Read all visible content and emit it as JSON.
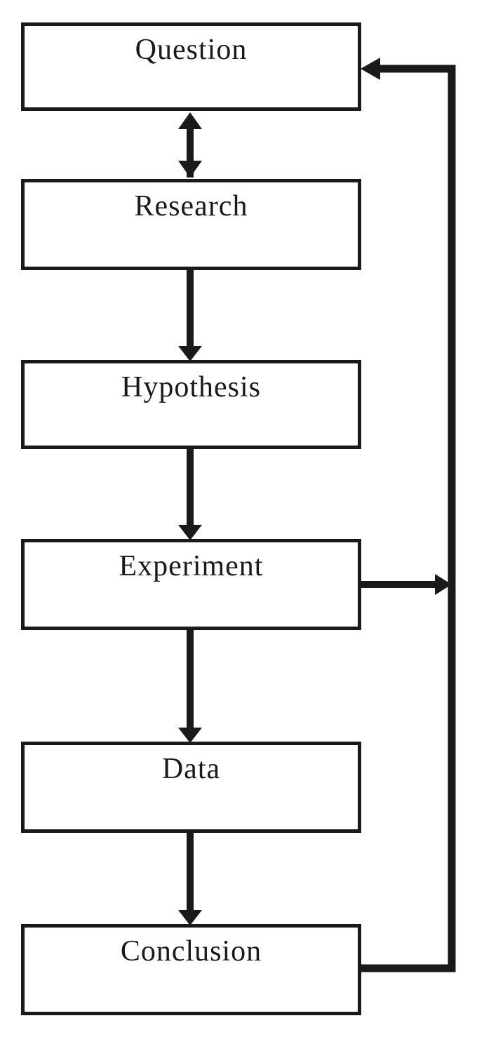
{
  "diagram": {
    "type": "flowchart",
    "subject": "scientific-method",
    "nodes": [
      {
        "id": "question",
        "label": "Question"
      },
      {
        "id": "research",
        "label": "Research"
      },
      {
        "id": "hypothesis",
        "label": "Hypothesis"
      },
      {
        "id": "experiment",
        "label": "Experiment"
      },
      {
        "id": "data",
        "label": "Data"
      },
      {
        "id": "conclusion",
        "label": "Conclusion"
      }
    ],
    "edges": [
      {
        "from": "question",
        "to": "research",
        "type": "double-headed-arrow"
      },
      {
        "from": "research",
        "to": "hypothesis",
        "type": "arrow-down"
      },
      {
        "from": "hypothesis",
        "to": "experiment",
        "type": "arrow-down"
      },
      {
        "from": "experiment",
        "to": "data",
        "type": "arrow-down"
      },
      {
        "from": "data",
        "to": "conclusion",
        "type": "arrow-down"
      },
      {
        "from": "experiment",
        "to": "feedback-line",
        "type": "arrow-right"
      },
      {
        "from": "conclusion",
        "to": "question",
        "type": "feedback-loop-right-side"
      }
    ],
    "colors": {
      "line": "#1a1a1a",
      "background": "#ffffff",
      "box_fill": "#ffffff"
    }
  }
}
